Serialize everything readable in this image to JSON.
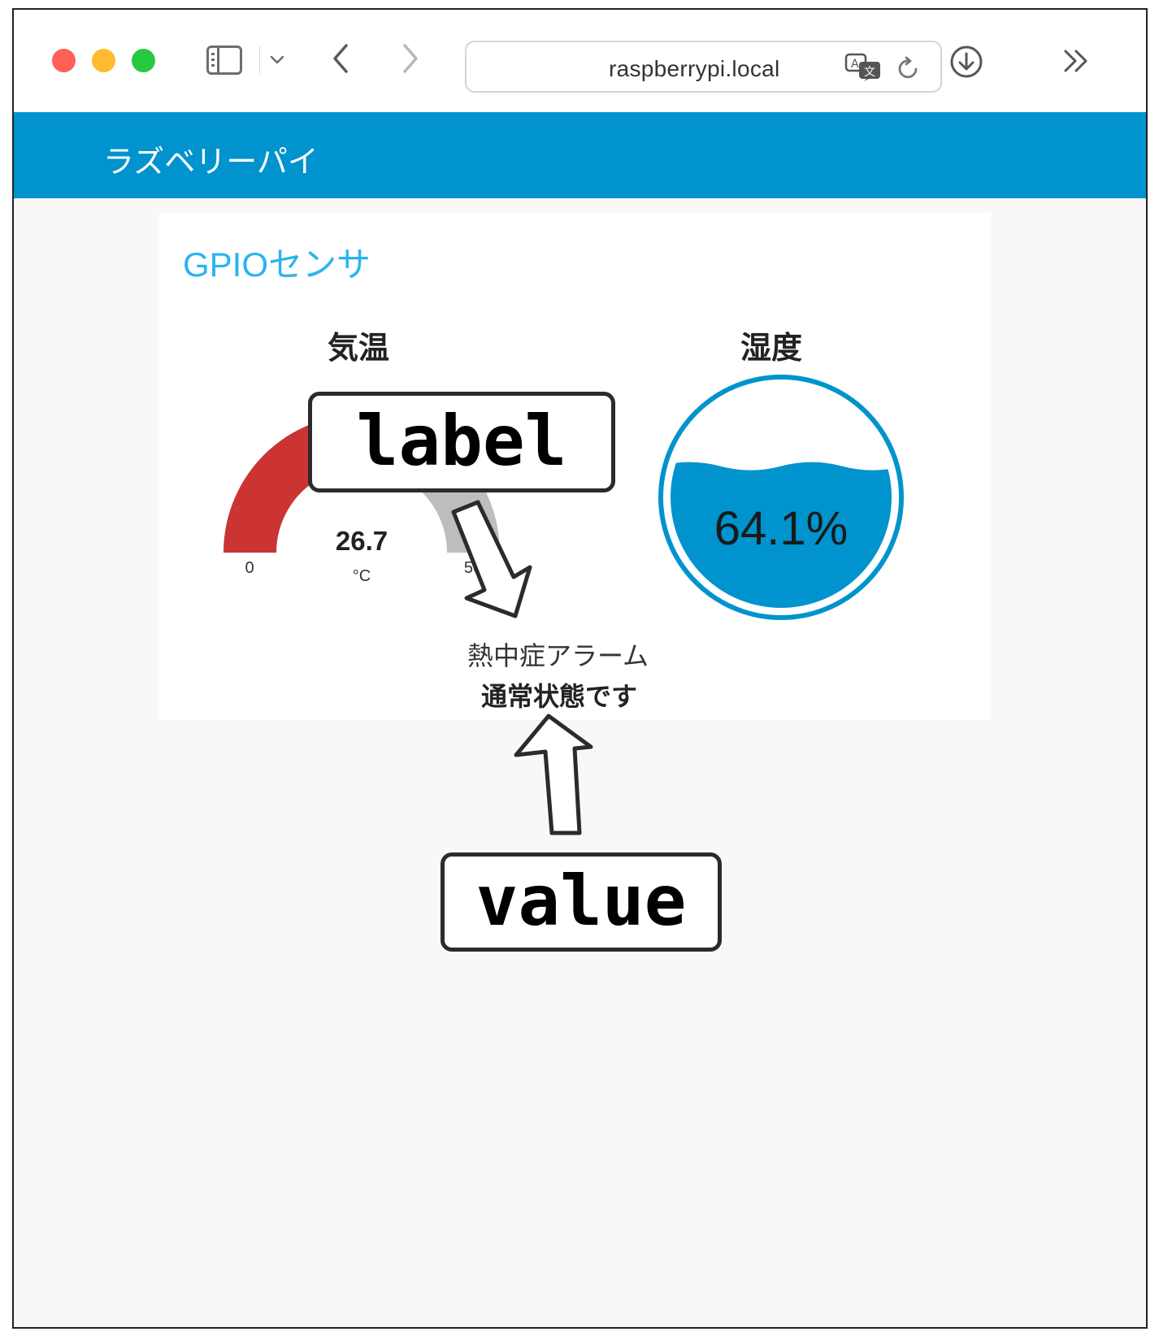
{
  "browser": {
    "url": "raspberrypi.local",
    "icons": [
      "sidebar-icon",
      "chevron-down-icon",
      "back-icon",
      "forward-icon",
      "translate-icon",
      "reload-icon",
      "download-icon",
      "more-icon"
    ]
  },
  "app": {
    "title": "ラズベリーパイ",
    "header_color": "#0093cd"
  },
  "card": {
    "title": "GPIOセンサ",
    "temperature": {
      "title": "気温",
      "value": "26.7",
      "unit": "°C",
      "min": "0",
      "max": "50",
      "level": 26.7,
      "range": [
        0,
        50
      ],
      "fill_color": "#cc3333"
    },
    "humidity": {
      "title": "湿度",
      "value": "64.1%",
      "level": 0.641,
      "color": "#0093cd"
    },
    "alarm": {
      "label": "熱中症アラーム",
      "value": "通常状態です"
    }
  },
  "annotations": {
    "label": "label",
    "value": "value"
  }
}
